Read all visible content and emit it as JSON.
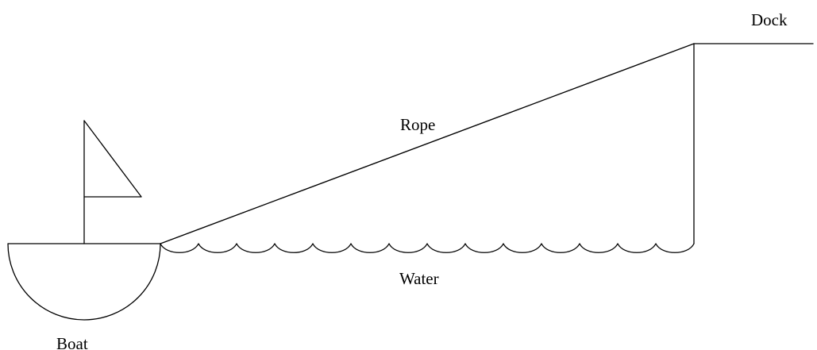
{
  "labels": {
    "dock": "Dock",
    "rope": "Rope",
    "water": "Water",
    "boat": "Boat"
  },
  "colors": {
    "line": "#000000",
    "background": "#ffffff"
  }
}
